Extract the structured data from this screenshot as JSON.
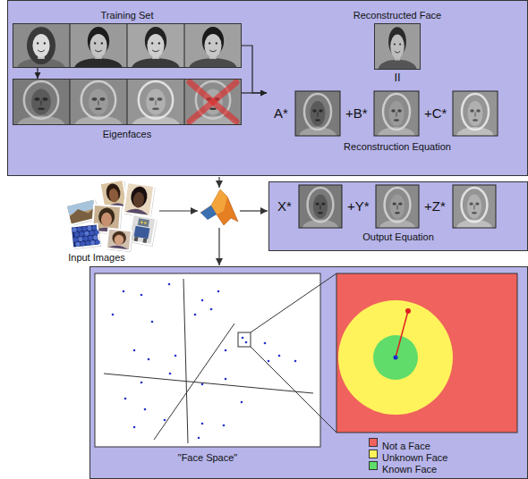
{
  "diagram": {
    "nodes": [
      {
        "text": [
          "II"
        ]
      },
      {
        "text": [
          "Training Set"
        ],
        "in": 0
      },
      {
        "text": [
          "Eigenfaces"
        ],
        "in": 0
      },
      {
        "text": [
          "Reconstructed Face"
        ],
        "in": 0
      },
      {
        "text": [
          "A*",
          "+B*",
          "+C*",
          "Reconstruction Equation"
        ],
        "in": 0
      },
      {
        "text": [
          "X*",
          "+Y*",
          "+Z*",
          "Output Equation"
        ]
      },
      {
        "text": [
          "\"Face Space\""
        ]
      }
    ],
    "edges": [
      {
        "from": 1,
        "to": 2,
        "arrow": "to"
      },
      {
        "from": 1,
        "to": 4,
        "arrow": "to"
      },
      {
        "from": 2,
        "to": 4,
        "arrow": "to"
      }
    ],
    "labels": [
      "Input Images"
    ],
    "legend": [
      {
        "text": "Not a Face",
        "color": "#f0625d"
      },
      {
        "text": "Unknown Face",
        "color": "#fff35c"
      },
      {
        "text": "Known Face",
        "color": "#5fdc6a"
      }
    ]
  }
}
